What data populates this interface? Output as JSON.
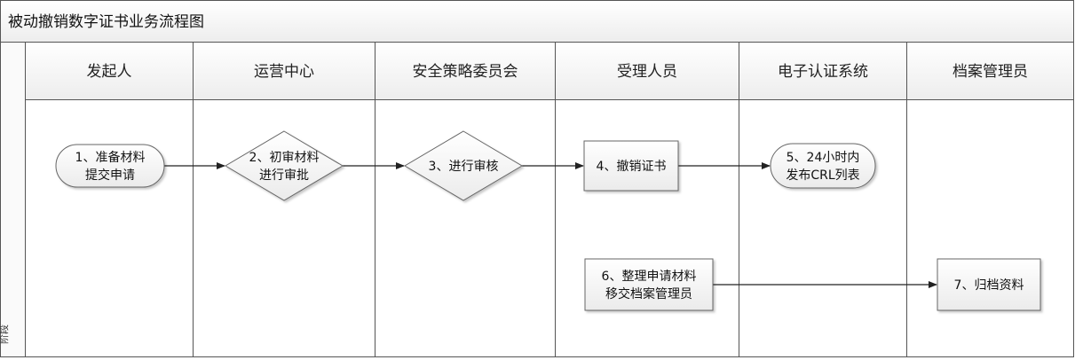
{
  "diagram": {
    "title": "被动撤销数字证书业务流程图",
    "stage_label": "阶段",
    "lanes": [
      {
        "id": "initiator",
        "label": "发起人"
      },
      {
        "id": "ops",
        "label": "运营中心"
      },
      {
        "id": "security",
        "label": "安全策略委员会"
      },
      {
        "id": "handler",
        "label": "受理人员"
      },
      {
        "id": "ecert",
        "label": "电子认证系统"
      },
      {
        "id": "archivist",
        "label": "档案管理员"
      }
    ],
    "nodes": [
      {
        "id": "n1",
        "lane": "initiator",
        "shape": "terminal",
        "lines": [
          "1、准备材料",
          "提交申请"
        ]
      },
      {
        "id": "n2",
        "lane": "ops",
        "shape": "decision",
        "lines": [
          "2、初审材料",
          "进行审批"
        ]
      },
      {
        "id": "n3",
        "lane": "security",
        "shape": "decision",
        "lines": [
          "3、进行审核"
        ]
      },
      {
        "id": "n4",
        "lane": "handler",
        "shape": "process",
        "lines": [
          "4、撤销证书"
        ]
      },
      {
        "id": "n5",
        "lane": "ecert",
        "shape": "terminal",
        "lines": [
          "5、24小时内",
          "发布CRL列表"
        ]
      },
      {
        "id": "n6",
        "lane": "handler",
        "shape": "process",
        "lines": [
          "6、整理申请材料",
          "移交档案管理员"
        ]
      },
      {
        "id": "n7",
        "lane": "archivist",
        "shape": "process",
        "lines": [
          "7、归档资料"
        ]
      }
    ],
    "edges": [
      {
        "from": "n1",
        "to": "n2"
      },
      {
        "from": "n2",
        "to": "n3"
      },
      {
        "from": "n3",
        "to": "n4"
      },
      {
        "from": "n4",
        "to": "n5"
      },
      {
        "from": "n6",
        "to": "n7"
      }
    ],
    "colors": {
      "border": "#555555",
      "header_fill": "#f4f4f4",
      "node_fill": "#f2f2f2",
      "node_stroke": "#666666",
      "edge": "#222222"
    }
  }
}
